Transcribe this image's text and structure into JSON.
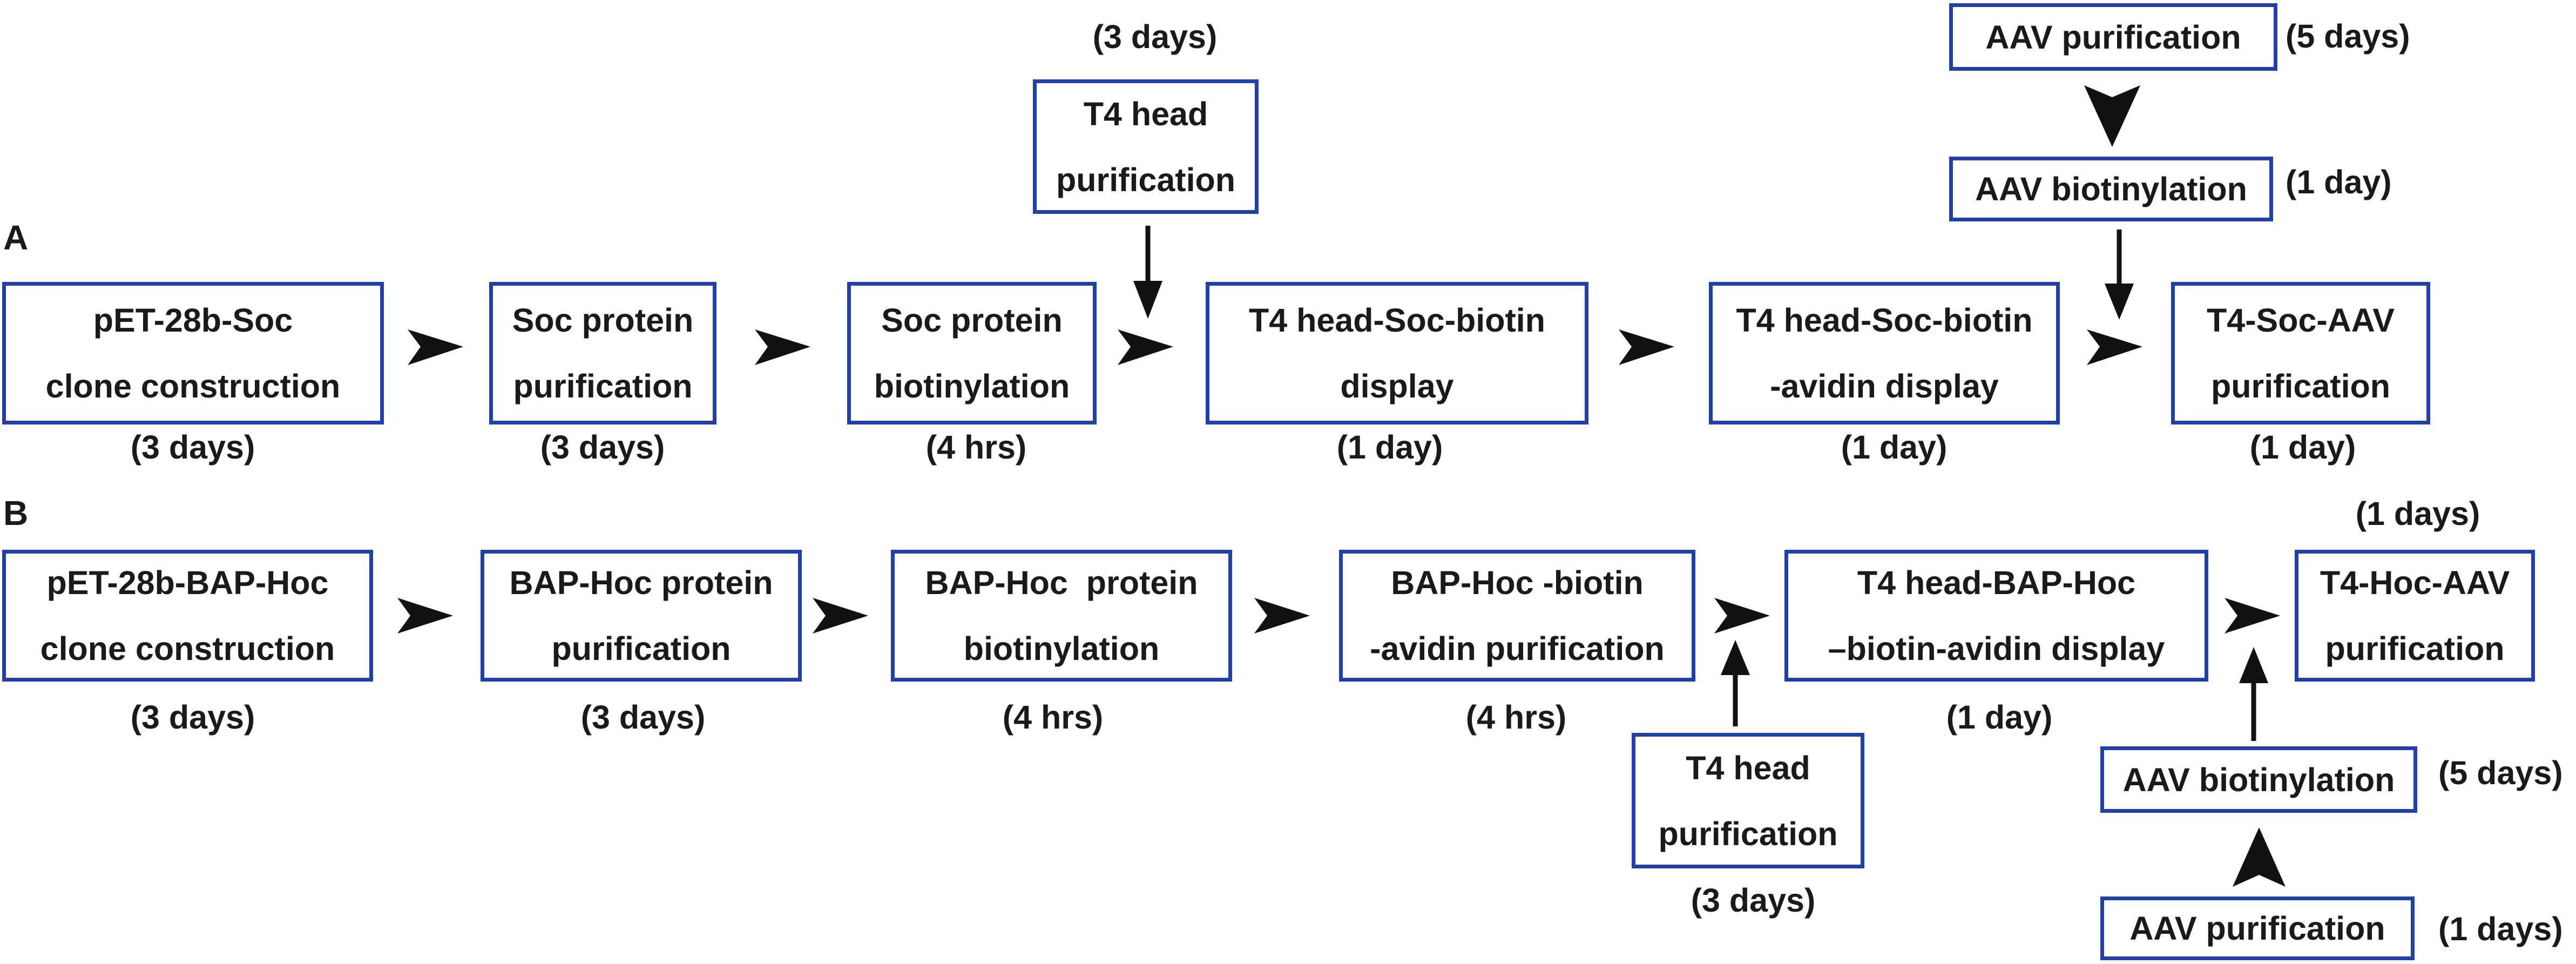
{
  "panel_a": {
    "label": "A",
    "boxes": [
      {
        "lines": [
          "pET-28b-Soc",
          "clone construction"
        ],
        "duration": "(3 days)"
      },
      {
        "lines": [
          "Soc protein",
          "purification"
        ],
        "duration": "(3 days)"
      },
      {
        "lines": [
          "Soc protein",
          "biotinylation"
        ],
        "duration": "(4 hrs)"
      },
      {
        "lines": [
          "T4 head-Soc-biotin",
          "display"
        ],
        "duration": "(1 day)"
      },
      {
        "lines": [
          "T4 head-Soc-biotin",
          "-avidin display"
        ],
        "duration": "(1 day)"
      },
      {
        "lines": [
          "T4-Soc-AAV",
          "purification"
        ],
        "duration": "(1 day)"
      }
    ],
    "side": {
      "t4_head": {
        "lines": [
          "T4 head",
          "purification"
        ],
        "duration": "(3 days)"
      },
      "aav_purification": {
        "text": "AAV purification",
        "duration": "(5 days)"
      },
      "aav_biotinylation": {
        "text": "AAV biotinylation",
        "duration": "(1 day)"
      }
    }
  },
  "panel_b": {
    "label": "B",
    "boxes": [
      {
        "lines": [
          "pET-28b-BAP-Hoc",
          "clone construction"
        ],
        "duration": "(3 days)"
      },
      {
        "lines": [
          "BAP-Hoc protein",
          "purification"
        ],
        "duration": "(3 days)"
      },
      {
        "lines": [
          "BAP-Hoc  protein",
          "biotinylation"
        ],
        "duration": "(4 hrs)"
      },
      {
        "lines": [
          "BAP-Hoc -biotin",
          "-avidin purification"
        ],
        "duration": "(4 hrs)"
      },
      {
        "lines": [
          "T4 head-BAP-Hoc",
          "–biotin-avidin display"
        ],
        "duration": "(1 day)"
      },
      {
        "lines": [
          "T4-Hoc-AAV",
          "purification"
        ],
        "duration": "(1 days)"
      }
    ],
    "side": {
      "t4_head": {
        "lines": [
          "T4 head",
          "purification"
        ],
        "duration": "(3 days)"
      },
      "aav_biotinylation": {
        "text": "AAV biotinylation",
        "duration": "(5 days)"
      },
      "aav_purification": {
        "text": "AAV purification",
        "duration": "(1 days)"
      }
    }
  }
}
